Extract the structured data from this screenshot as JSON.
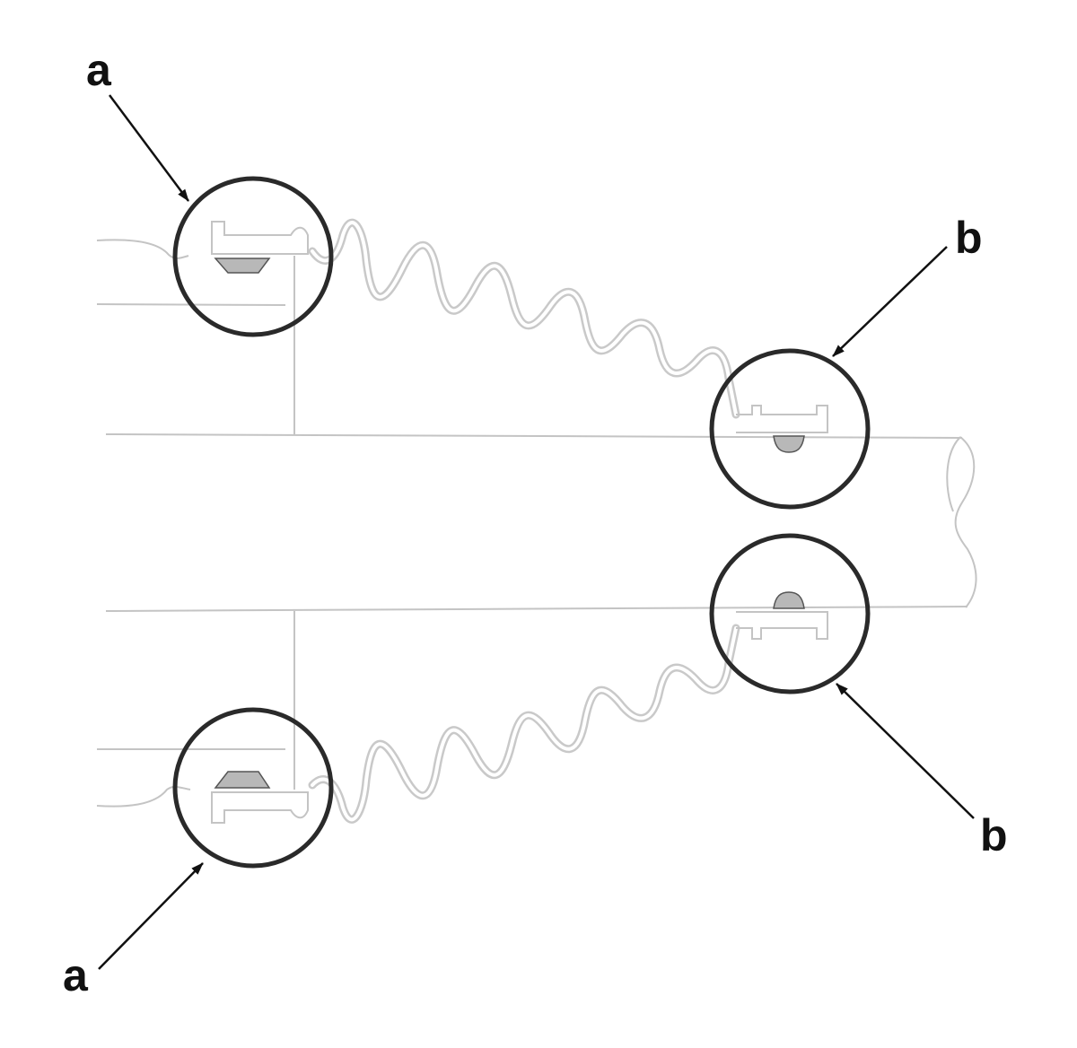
{
  "colors": {
    "outline": "#c4c4c4",
    "boot": "#c9c9c9",
    "clamp_fill": "#b8b8b8",
    "circle": "#2a2a2a",
    "label": "#111111"
  },
  "callouts": [
    {
      "id": "top-left",
      "label": "a"
    },
    {
      "id": "top-right",
      "label": "b"
    },
    {
      "id": "bottom-right",
      "label": "b"
    },
    {
      "id": "bottom-left",
      "label": "a"
    }
  ]
}
